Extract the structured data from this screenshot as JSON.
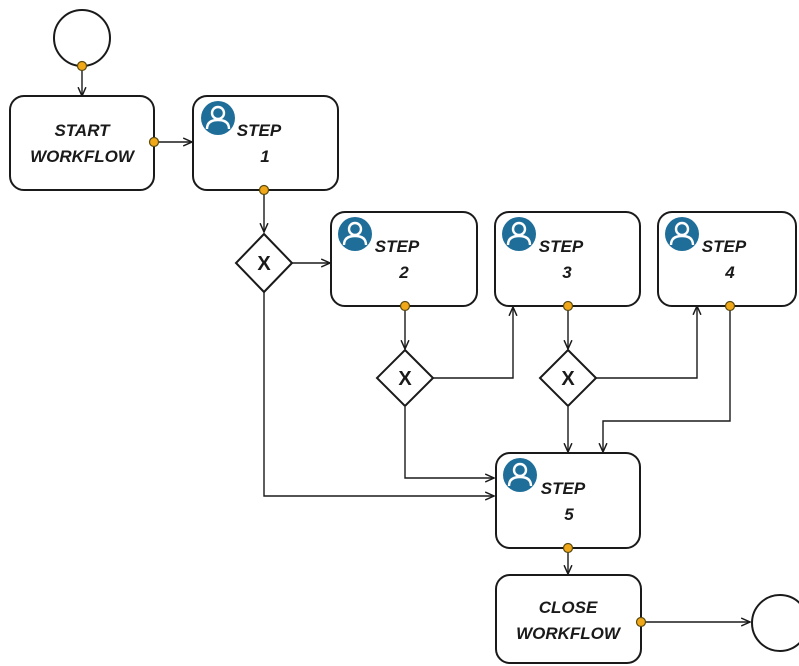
{
  "diagram": {
    "nodes": {
      "start": {
        "line1": "START",
        "line2": "WORKFLOW"
      },
      "step1": {
        "line1": "STEP",
        "line2": "1"
      },
      "step2": {
        "line1": "STEP",
        "line2": "2"
      },
      "step3": {
        "line1": "STEP",
        "line2": "3"
      },
      "step4": {
        "line1": "STEP",
        "line2": "4"
      },
      "step5": {
        "line1": "STEP",
        "line2": "5"
      },
      "close": {
        "line1": "CLOSE",
        "line2": "WORKFLOW"
      }
    },
    "gateways": {
      "g1": {
        "label": "X"
      },
      "g2": {
        "label": "X"
      },
      "g3": {
        "label": "X"
      }
    },
    "colors": {
      "port": "#f0a818",
      "user_icon": "#1f6e99",
      "stroke": "#1a1a1a"
    },
    "icons": [
      "user-icon"
    ]
  }
}
